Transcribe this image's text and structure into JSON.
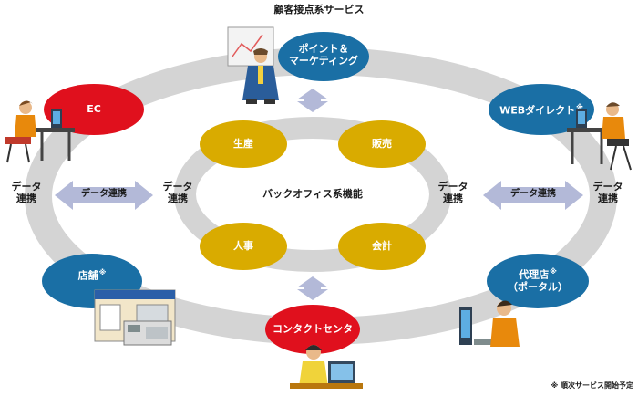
{
  "title": "顧客接点系サービス",
  "outer_nodes": {
    "point_marketing": [
      "ポイント＆",
      "マーケティング"
    ],
    "ec": "EC",
    "web_direct": "WEBダイレクト",
    "web_direct_mark": "※",
    "store": "店舗",
    "store_mark": "※",
    "agency": [
      "代理店",
      "（ポータル）"
    ],
    "agency_mark": "※",
    "contact_center": "コンタクトセンタ"
  },
  "inner_nodes": {
    "production": "生産",
    "sales": "販売",
    "hr": "人事",
    "accounting": "会計"
  },
  "center_label": "バックオフィス系機能",
  "data_link_stacked": [
    "データ",
    "連携"
  ],
  "data_link_inline": "データ連携",
  "footnote": "※ 順次サービス開始予定",
  "colors": {
    "ring": "#d4d4d4",
    "blue_node": "#1a6fa5",
    "red_node": "#e0101d",
    "gold_node": "#d9ab00",
    "arrow": "#b3b9d8"
  }
}
